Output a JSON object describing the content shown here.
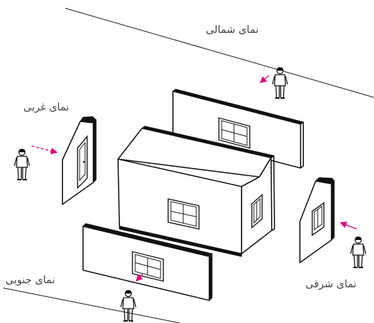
{
  "labels": {
    "north": "نمای شمالی",
    "west": "نمای غربی",
    "east": "نمای شرقی",
    "south": "نمای جنوبی"
  },
  "colors": {
    "arrow": "#e5007e",
    "line": "#111111",
    "text": "#444444"
  },
  "icons": {
    "observer": "standing-person-icon",
    "view_direction": "dashed-arrow-icon"
  }
}
